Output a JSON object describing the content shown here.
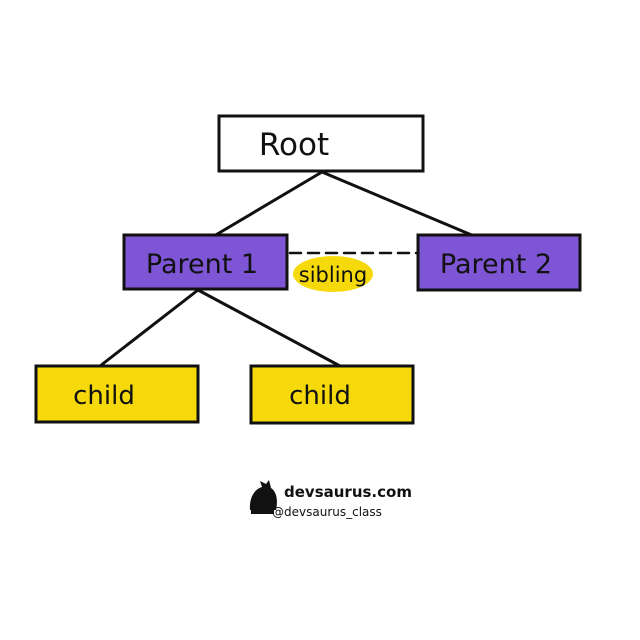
{
  "diagram": {
    "nodes": {
      "root": {
        "label": "Root"
      },
      "parent1": {
        "label": "Parent 1"
      },
      "parent2": {
        "label": "Parent 2"
      },
      "child1": {
        "label": "child"
      },
      "child2": {
        "label": "child"
      }
    },
    "sibling_label": "sibling"
  },
  "branding": {
    "site": "devsaurus.com",
    "handle": "@devsaurus_class"
  },
  "colors": {
    "root_fill": "#ffffff",
    "parent_fill": "#7e55d4",
    "child_fill": "#f5d90a",
    "sibling_highlight": "#f5d90a",
    "stroke": "#111111"
  }
}
